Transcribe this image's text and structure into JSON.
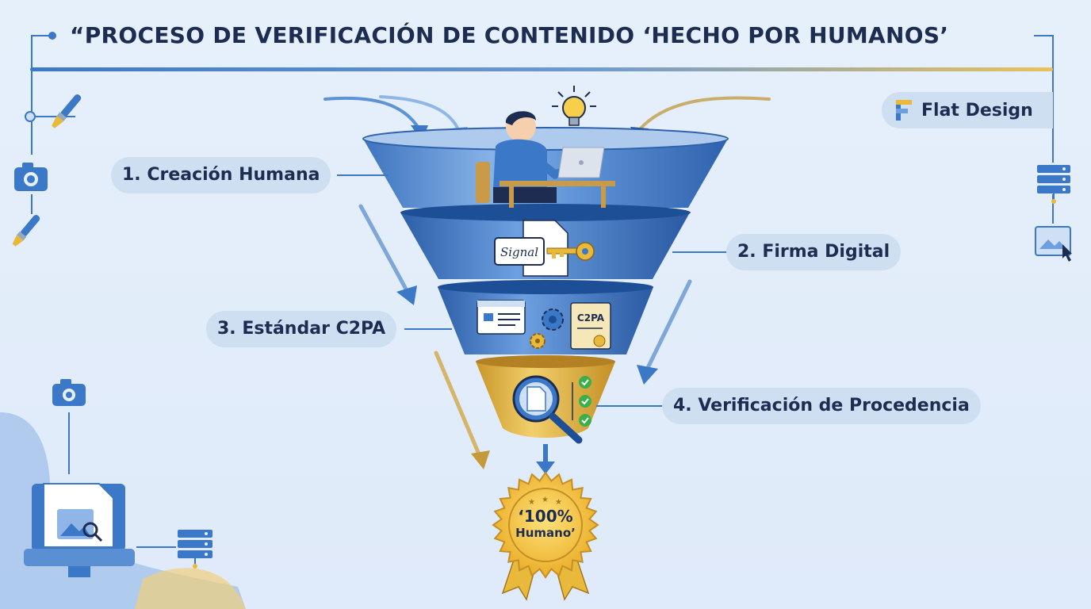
{
  "title": "“PROCESO DE VERIFICACIÓN DE CONTENIDO ‘HECHO POR HUMANOS’",
  "badge": {
    "label": "Flat Design",
    "icon": "logo-f-icon"
  },
  "steps": [
    {
      "label": "1. Creación Humana"
    },
    {
      "label": "2. Firma Digital"
    },
    {
      "label": "3. Estándar C2PA"
    },
    {
      "label": "4. Verificación de Procedencia"
    }
  ],
  "signature_text": "Signal",
  "certificate_text": "C2PA",
  "seal": {
    "line1": "‘100%",
    "line2": "Humano’"
  },
  "colors": {
    "primary_blue": "#3b78c8",
    "dark_blue": "#1d4f96",
    "gold": "#e8b93a",
    "text_dark": "#1d2d52",
    "check_green": "#3bb04a"
  },
  "icons": [
    "paintbrush-icon",
    "camera-icon",
    "server-icon",
    "image-click-icon",
    "monitor-icon",
    "lightbulb-icon",
    "key-icon",
    "gear-icon",
    "magnifier-icon",
    "checkmark-icon"
  ]
}
